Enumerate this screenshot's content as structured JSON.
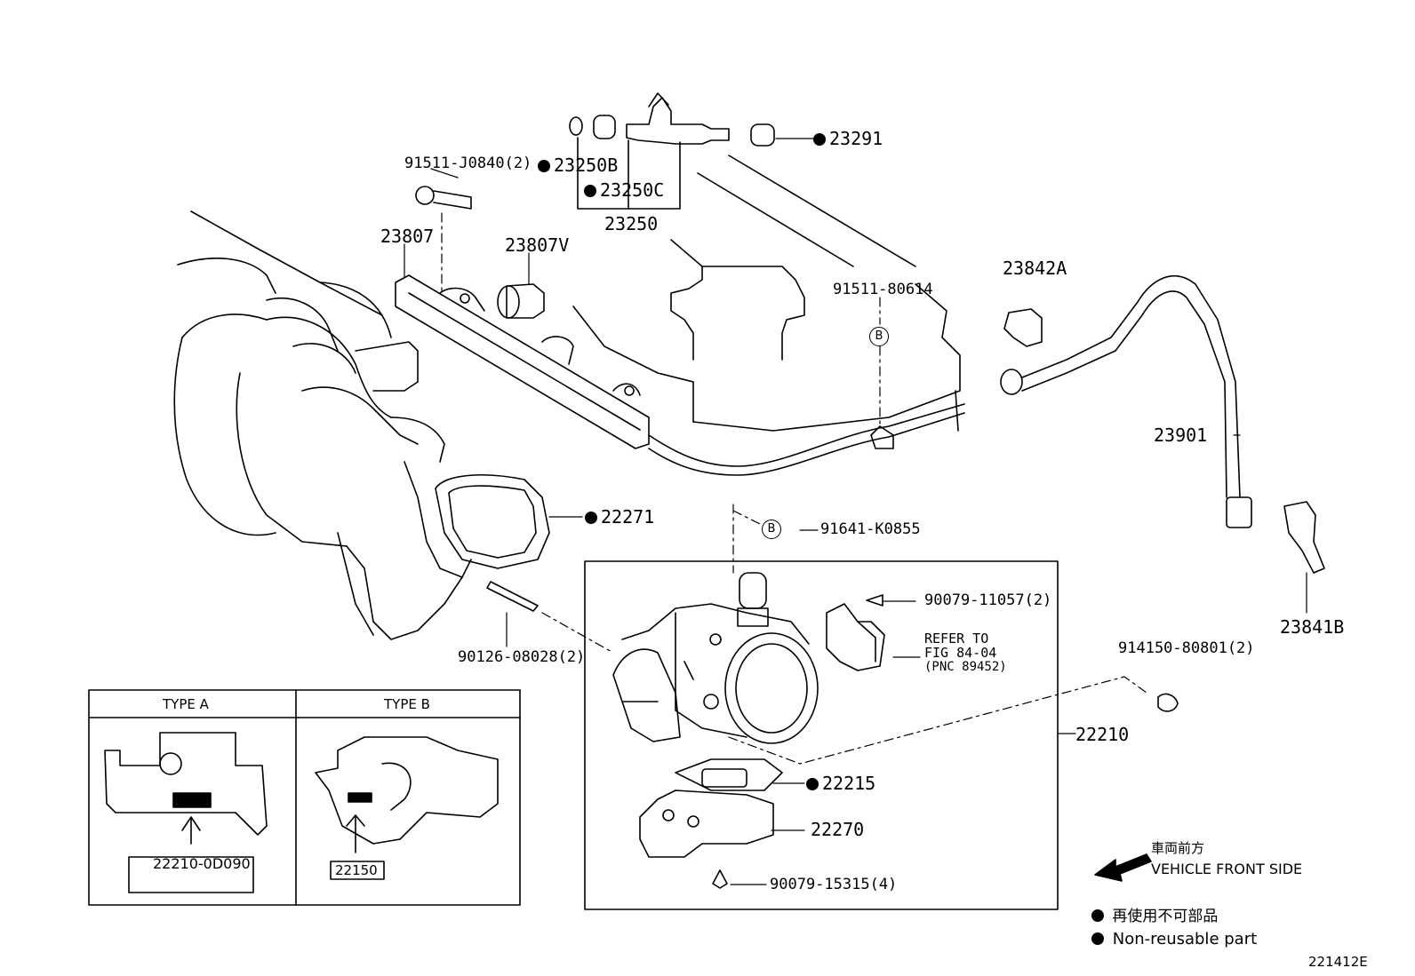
{
  "labels": {
    "p23291": "23291",
    "p91511_j0840": "91511-J0840(2)",
    "p23250b": "23250B",
    "p23250c": "23250C",
    "p23250": "23250",
    "p23807": "23807",
    "p23807v": "23807V",
    "p91511_80614": "91511-80614",
    "p23842a": "23842A",
    "p23901": "23901",
    "p22271": "22271",
    "p91641_k0855": "91641-K0855",
    "p90079_11057": "90079-11057(2)",
    "refer_1": "REFER TO",
    "refer_2": "FIG 84-04",
    "refer_3": "(PNC 89452)",
    "p23841b": "23841B",
    "p90126_08028": "90126-08028(2)",
    "p914150_80801": "914150-80801(2)",
    "p22210": "22210",
    "p22215": "22215",
    "p22270": "22270",
    "p90079_15315": "90079-15315(4)",
    "b_marker_1": "B",
    "b_marker_2": "B"
  },
  "inset": {
    "type_a_title": "TYPE A",
    "type_b_title": "TYPE B",
    "type_a_part": "22210-0D090",
    "type_b_part": "22150"
  },
  "legend": {
    "front_jp": "車両前方",
    "front_en": "VEHICLE FRONT SIDE",
    "nonreusable_jp": "再使用不可部品",
    "nonreusable_en": "Non-reusable part"
  },
  "diagram_id": "221412E"
}
